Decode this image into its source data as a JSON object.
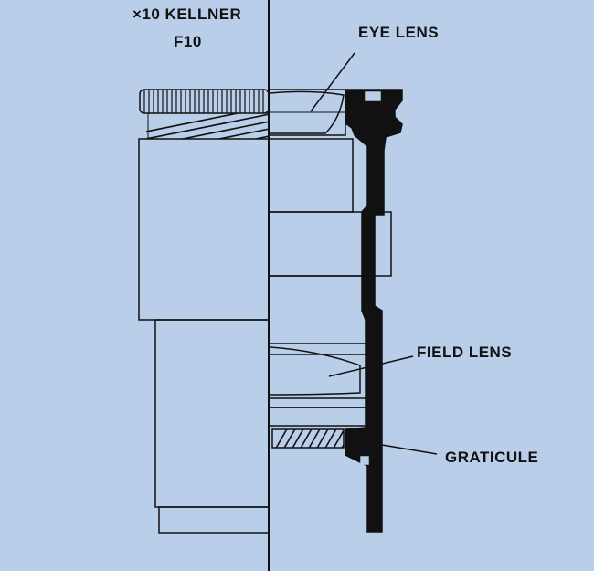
{
  "title": {
    "line1": "×10 KELLNER",
    "line2": "F10"
  },
  "labels": {
    "eye_lens": "EYE LENS",
    "field_lens": "FIELD LENS",
    "graticule": "GRATICULE"
  },
  "colors": {
    "background": "#b9cee9",
    "ink": "#111111"
  }
}
